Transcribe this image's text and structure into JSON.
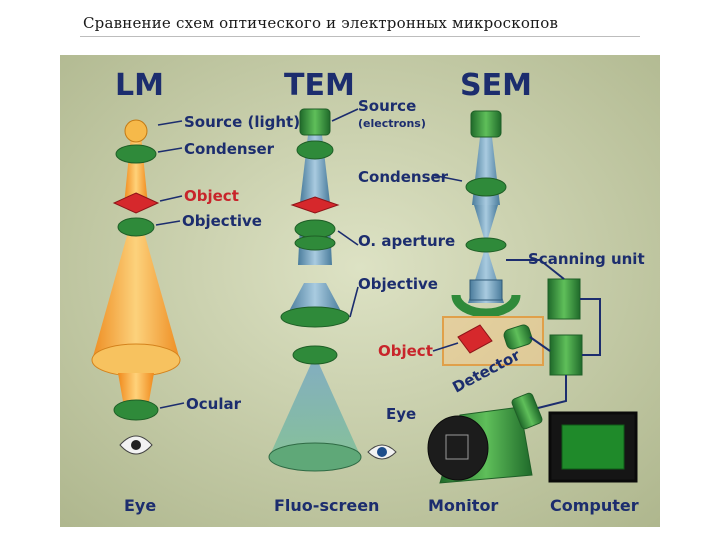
{
  "slide": {
    "title": "Сравнение схем оптического и электронных микроскопов"
  },
  "diagram": {
    "headers": {
      "lm": "LM",
      "tem": "TEM",
      "sem": "SEM"
    },
    "lm_labels": {
      "source": "Source (light)",
      "condenser": "Condenser",
      "object": "Object",
      "objective": "Objective",
      "ocular": "Ocular",
      "eye": "Eye"
    },
    "tem_labels": {
      "source": "Source",
      "source_note": "(electrons)",
      "condenser": "Condenser",
      "aperture": "O. aperture",
      "objective": "Objective",
      "fluo_screen": "Fluo-screen"
    },
    "sem_labels": {
      "scanning_unit": "Scanning unit",
      "object": "Object",
      "detector": "Detector",
      "eye": "Eye",
      "monitor": "Monitor",
      "computer": "Computer"
    },
    "colors": {
      "background": "#c9cfac",
      "light_beam": "#f6a93a",
      "electron_beam": "#5c8fb0",
      "lens_green": "#2f8a3a",
      "label_navy": "#1c2d6e",
      "highlight_red": "#c8242a"
    }
  }
}
